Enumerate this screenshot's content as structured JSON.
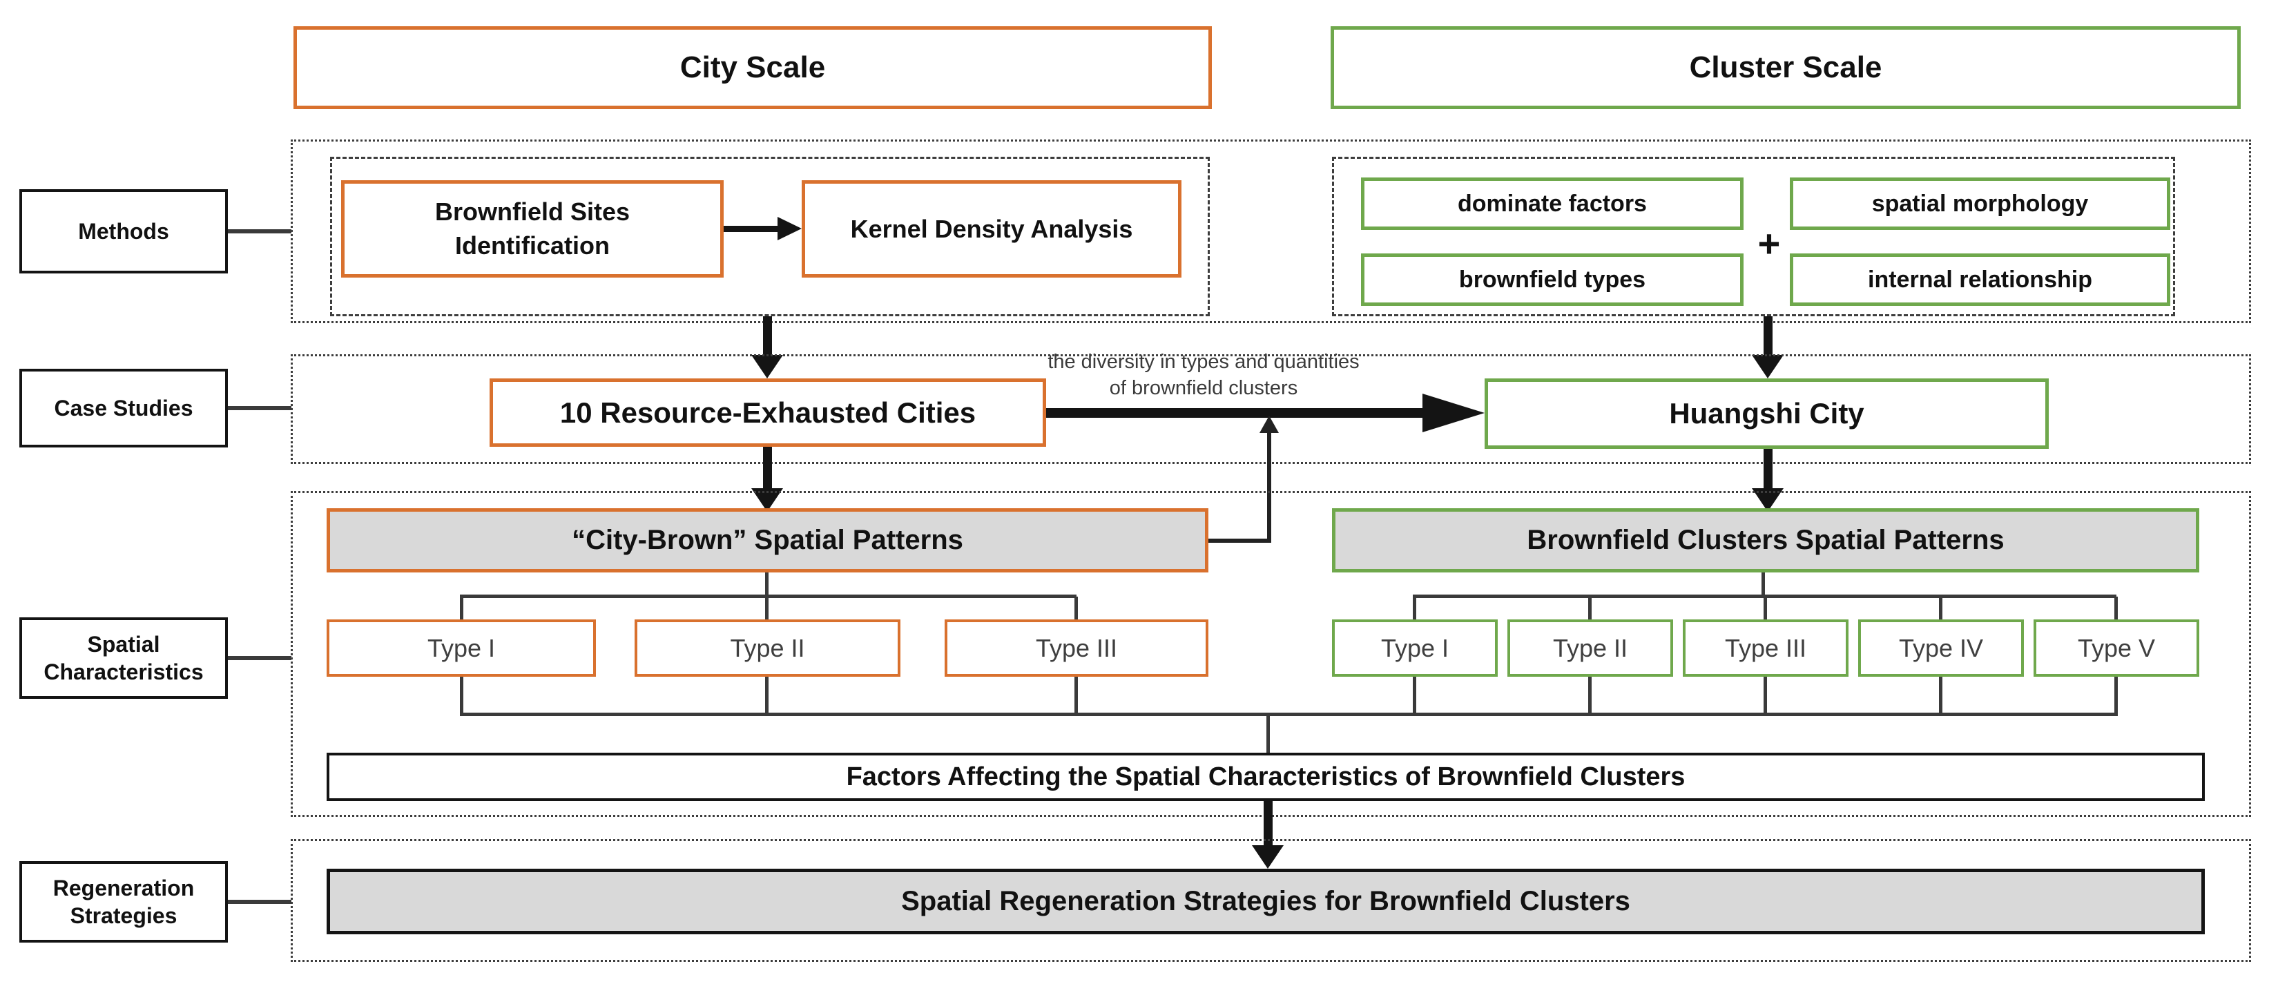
{
  "headers": {
    "city": "City Scale",
    "cluster": "Cluster Scale"
  },
  "row_labels": {
    "methods": "Methods",
    "case_studies": "Case Studies",
    "spatial": "Spatial Characteristics",
    "regeneration": "Regeneration Strategies"
  },
  "methods": {
    "city": {
      "identification": "Brownfield Sites Identification",
      "kernel": "Kernel Density Analysis"
    },
    "cluster": {
      "dominate_factors": "dominate factors",
      "spatial_morphology": "spatial morphology",
      "brownfield_types": "brownfield types",
      "internal_relationship": "internal relationship",
      "plus": "+"
    }
  },
  "cases": {
    "city": "10 Resource-Exhausted Cities",
    "cluster": "Huangshi City",
    "annotation": {
      "line1": "the diversity in types and quantities",
      "line2": "of brownfield clusters"
    }
  },
  "spatial": {
    "city_patterns": "“City-Brown” Spatial Patterns",
    "cluster_patterns": "Brownfield Clusters Spatial Patterns",
    "city_types": [
      "Type I",
      "Type II",
      "Type III"
    ],
    "cluster_types": [
      "Type I",
      "Type II",
      "Type III",
      "Type IV",
      "Type V"
    ],
    "factors": "Factors Affecting the Spatial Characteristics of Brownfield Clusters"
  },
  "regeneration": {
    "strategy": "Spatial Regeneration Strategies for Brownfield Clusters"
  },
  "colors": {
    "orange": "#D9712E",
    "green": "#6FA84C",
    "gray_fill": "#D9D9D9",
    "line": "#3A3A3A",
    "black": "#141414"
  }
}
